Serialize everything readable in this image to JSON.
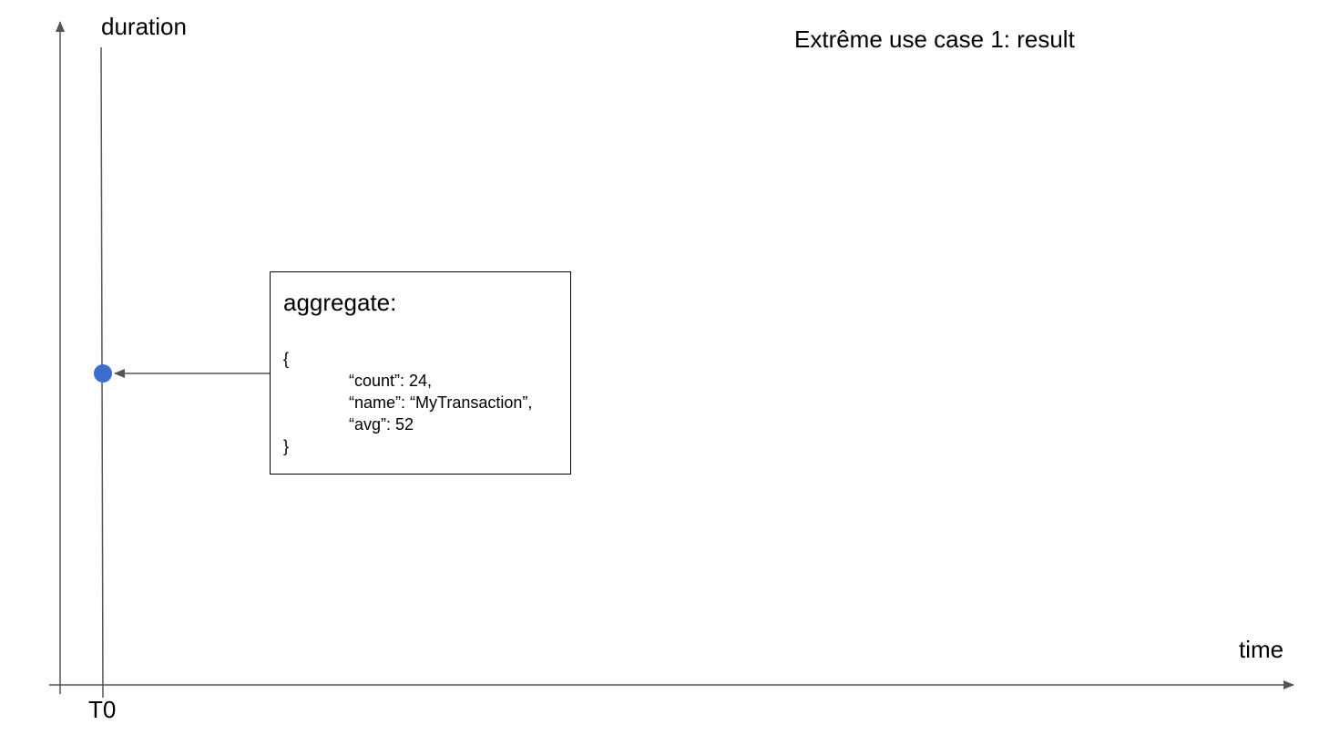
{
  "title": "Extrême use case 1: result",
  "axes": {
    "y_label": "duration",
    "x_label": "time",
    "x_tick": "T0"
  },
  "aggregate_box": {
    "heading": "aggregate:",
    "json_open": "{",
    "count_line": "“count”: 24,",
    "name_line": "“name”: “MyTransaction”,",
    "avg_line": "“avg”: 52",
    "json_close": "}"
  },
  "colors": {
    "axis": "#555555",
    "point": "#3a6fcf",
    "box_border": "#000000"
  }
}
